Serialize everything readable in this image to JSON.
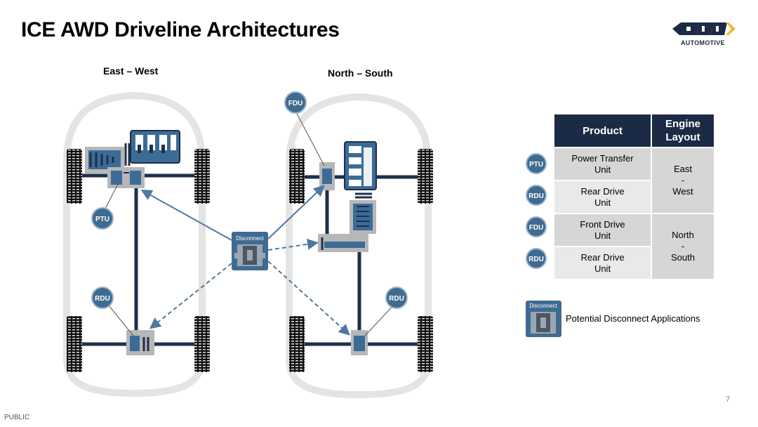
{
  "slide": {
    "title": "ICE AWD Driveline Architectures",
    "page_number": "7",
    "classification": "PUBLIC"
  },
  "logo": {
    "word": "AUTOMOTIVE",
    "colors": {
      "navy": "#1c2b45",
      "accent": "#f5b32b"
    }
  },
  "diagram": {
    "east_west_label": "East – West",
    "north_south_label": "North – South",
    "badges": {
      "fdu": "FDU",
      "ptu": "PTU",
      "rdu": "RDU"
    },
    "disconnect_label": "Disconnect"
  },
  "table": {
    "headers": {
      "product": "Product",
      "engine_line1": "Engine",
      "engine_line2": "Layout"
    },
    "rows": [
      {
        "badge": "PTU",
        "product_line1": "Power Transfer",
        "product_line2": "Unit"
      },
      {
        "badge": "RDU",
        "product_line1": "Rear Drive",
        "product_line2": "Unit"
      },
      {
        "badge": "FDU",
        "product_line1": "Front Drive",
        "product_line2": "Unit"
      },
      {
        "badge": "RDU",
        "product_line1": "Rear Drive",
        "product_line2": "Unit"
      }
    ],
    "engine_groups": [
      {
        "line1": "East",
        "line2": "-",
        "line3": "West"
      },
      {
        "line1": "North",
        "line2": "-",
        "line3": "South"
      }
    ]
  },
  "legend": {
    "disconnect_label": "Disconnect",
    "text": "Potential Disconnect  Applications"
  },
  "colors": {
    "navy": "#1c2b45",
    "badge_blue": "#3f6b91",
    "module_blue": "#3b6c96",
    "shaft": "#1f2f4a",
    "arrow": "#4d78a0",
    "body_outline": "#e4e4e4",
    "table_header": "#1c2b45",
    "table_cell": "#d6d6d6"
  },
  "icons": [
    "logo-chevron-icon",
    "tire-icon",
    "engine-icon",
    "gearbox-icon",
    "disconnect-icon"
  ]
}
